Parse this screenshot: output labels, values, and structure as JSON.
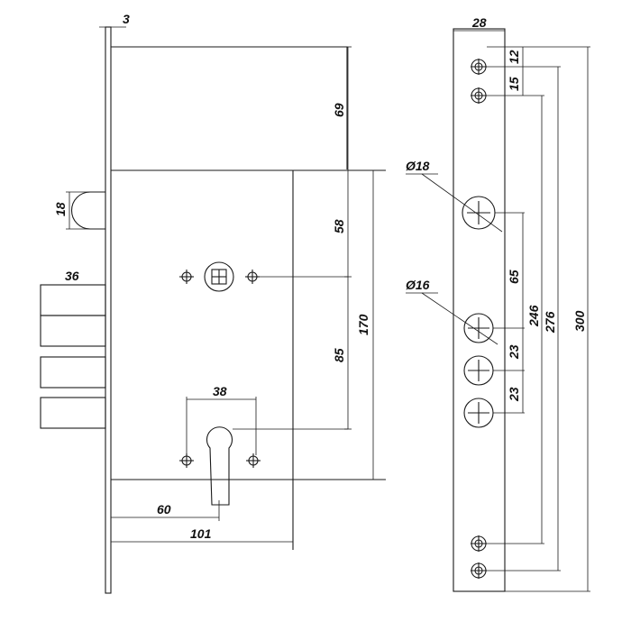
{
  "drawing": {
    "dimensions": {
      "faceplate_thickness": "3",
      "upper_section": "69",
      "hub_from_top": "58",
      "cylinder_from_hub": "85",
      "height_lower": "170",
      "latch_height": "18",
      "bolt_throw": "36",
      "cylinder_span": "38",
      "backset": "60",
      "case_depth": "101",
      "strike_width": "28",
      "hole_1": "12",
      "hole_2": "15",
      "hole_spacing_65": "65",
      "spacing_23a": "23",
      "spacing_23b": "23",
      "span_246": "246",
      "span_276": "276",
      "strike_length": "300",
      "diam_18": "Ø18",
      "diam_16": "Ø16"
    }
  }
}
